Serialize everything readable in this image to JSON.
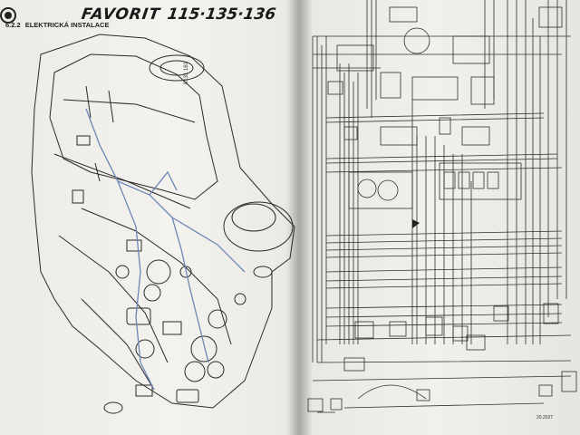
{
  "left_page": {
    "brand": {
      "name": "FAVORIT",
      "models": "115·135·136"
    },
    "section": {
      "number": "6.2.2",
      "title": "ELEKTRICKÁ INSTALACE"
    },
    "figure_id": "8131 161",
    "icons": [
      "skoda-logo-icon",
      "car-cutaway-drawing"
    ]
  },
  "right_page": {
    "figure_id": "20.2027",
    "icons": [
      "wiring-diagram"
    ]
  },
  "colors": {
    "paper": "#efeee9",
    "ink": "#222222",
    "harness_blue": "#6d86b8"
  }
}
